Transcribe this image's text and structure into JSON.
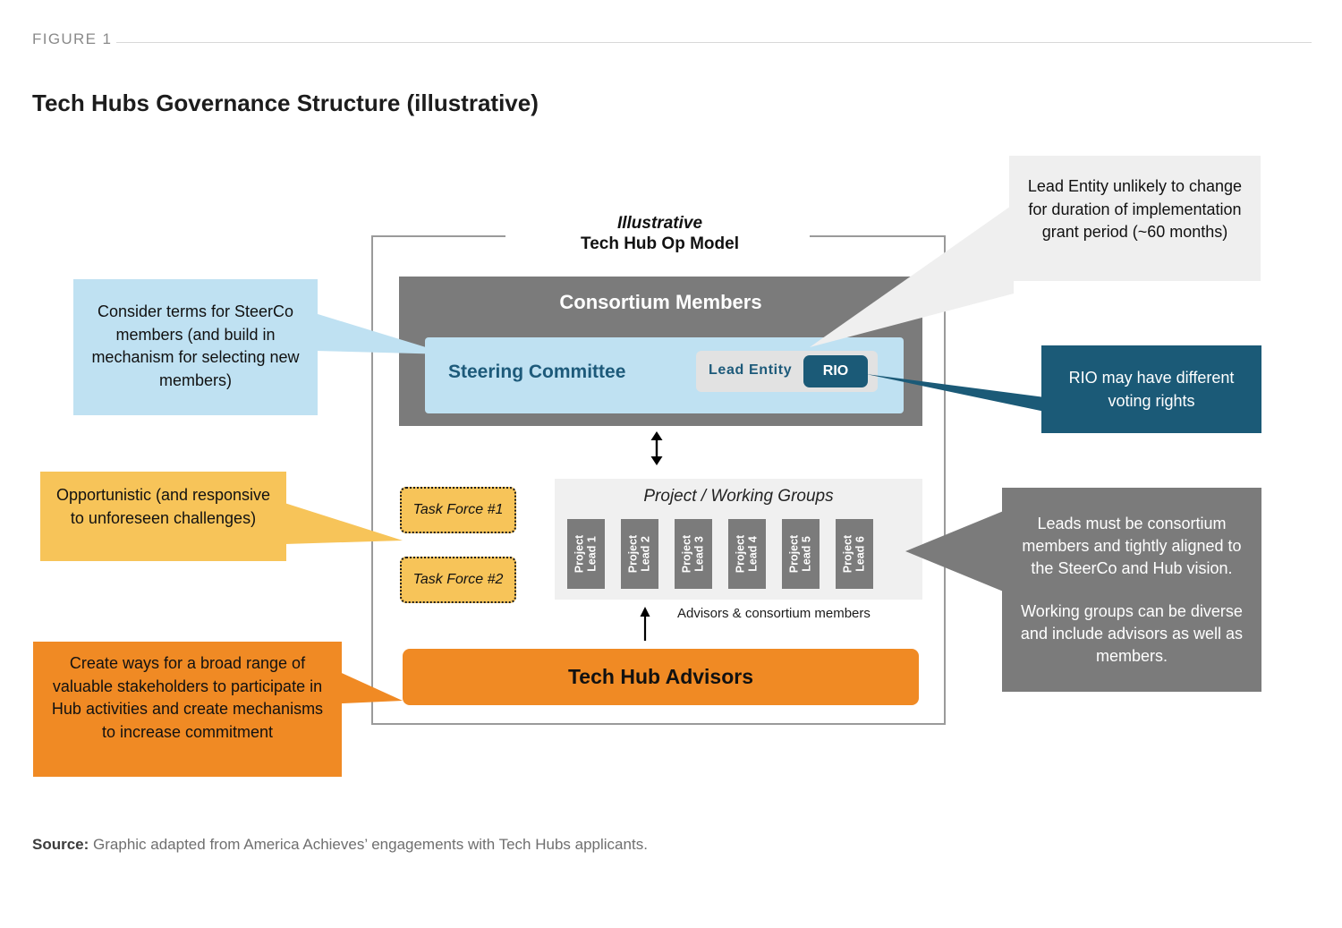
{
  "header": {
    "figure_label": "FIGURE 1",
    "title": "Tech Hubs Governance Structure (illustrative)"
  },
  "diagram": {
    "frame_title_line1": "Illustrative",
    "frame_title_line2": "Tech Hub Op Model",
    "consortium_label": "Consortium Members",
    "steering_committee_label": "Steering Committee",
    "lead_entity_label": "Lead  Entity",
    "rio_label": "RIO",
    "task_forces": [
      {
        "label": "Task Force #1"
      },
      {
        "label": "Task Force #2"
      }
    ],
    "working_groups_title": "Project / Working Groups",
    "project_leads": [
      {
        "line1": "Project",
        "line2": "Lead 1"
      },
      {
        "line1": "Project",
        "line2": "Lead 2"
      },
      {
        "line1": "Project",
        "line2": "Lead 3"
      },
      {
        "line1": "Project",
        "line2": "Lead 4"
      },
      {
        "line1": "Project",
        "line2": "Lead 5"
      },
      {
        "line1": "Project",
        "line2": "Lead 6"
      }
    ],
    "advisors_arrow_caption": "Advisors & consortium members",
    "advisors_bar_label": "Tech Hub Advisors"
  },
  "callouts": {
    "steerco_terms": "Consider terms for SteerCo members (and build in mechanism for selecting new members)",
    "lead_entity": "Lead Entity unlikely to change for duration of implementation grant period (~60 months)",
    "rio_voting": "RIO may have different voting rights",
    "opportunistic": "Opportunistic (and responsive to unforeseen challenges)",
    "leads_requirements_p1": "Leads must be consortium members and tightly aligned to the SteerCo and Hub vision.",
    "leads_requirements_p2": "Working groups can be diverse and include advisors as well as members.",
    "create_ways": "Create ways for a broad range of valuable stakeholders to participate in Hub activities and create mechanisms to increase commitment"
  },
  "footer": {
    "source_label": "Source:",
    "source_text": " Graphic adapted from America Achieves’ engagements with Tech Hubs applicants."
  },
  "colors": {
    "light_blue": "#bfe1f2",
    "dark_teal": "#1b5a77",
    "grey": "#7b7b7b",
    "light_grey": "#efefef",
    "amber": "#f7c459",
    "orange": "#f08a24"
  }
}
